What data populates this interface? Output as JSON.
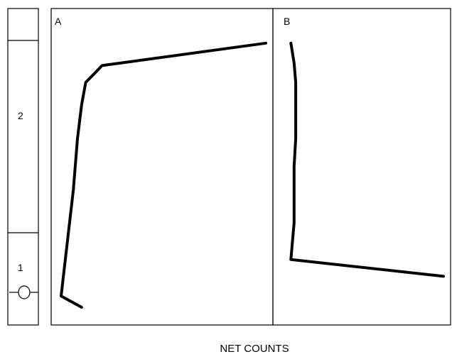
{
  "chart_data": {
    "type": "line",
    "xlabel": "NET COUNTS",
    "column": {
      "zones": [
        {
          "label": "2"
        },
        {
          "label": "1"
        }
      ],
      "symbol": "circle"
    },
    "panels": [
      {
        "label": "A",
        "series": [
          {
            "points": [
              [
                0.1,
                0.0
              ],
              [
                0.0,
                0.04
              ],
              [
                0.06,
                0.42
              ],
              [
                0.08,
                0.6
              ],
              [
                0.1,
                0.72
              ],
              [
                0.12,
                0.8
              ],
              [
                0.2,
                0.86
              ],
              [
                1.0,
                0.94
              ]
            ]
          }
        ]
      },
      {
        "label": "B",
        "series": [
          {
            "points": [
              [
                0.05,
                0.94
              ],
              [
                0.07,
                0.87
              ],
              [
                0.08,
                0.8
              ],
              [
                0.08,
                0.7
              ],
              [
                0.08,
                0.6
              ],
              [
                0.07,
                0.5
              ],
              [
                0.07,
                0.4
              ],
              [
                0.07,
                0.3
              ],
              [
                0.05,
                0.17
              ],
              [
                1.0,
                0.11
              ]
            ]
          }
        ]
      }
    ]
  }
}
